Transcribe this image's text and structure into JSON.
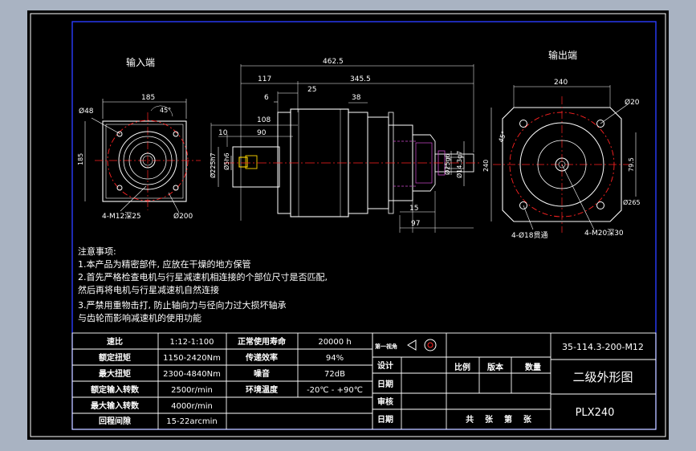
{
  "views": {
    "input_title": "输入端",
    "output_title": "输出端"
  },
  "dims": {
    "d462_5": "462.5",
    "d117": "117",
    "d345_5": "345.5",
    "d25": "25",
    "d6": "6",
    "d38": "38",
    "d108": "108",
    "d10": "10",
    "d90": "90",
    "d15": "15",
    "d97": "97",
    "d185": "185",
    "d185v": "185",
    "d240": "240",
    "d240v": "240",
    "d79_5": "79.5",
    "phi48": "Ø48",
    "phi20": "Ø20",
    "phi200": "Ø200",
    "phi225": "Ø225h7",
    "phi15": "Ø5h6",
    "phi14": "Ø14.3g7",
    "phi250": "Ø25g6",
    "deg45a": "45°",
    "deg45b": "45°",
    "phi265": "Ø265",
    "in_bolt": "4-M12深25",
    "out_hole": "4-Ø18贯通",
    "out_bolt": "4-M20深30"
  },
  "notes": {
    "title": "注意事项:",
    "line1": "1.本产品为精密部件, 应放在干燥的地方保管",
    "line2": "2.首先严格检查电机与行星减速机相连接的个部位尺寸是否匹配,",
    "line3": "然后再将电机与行星减速机自然连接",
    "line4": "3.严禁用重物击打, 防止轴向力与径向力过大损坏轴承",
    "line5": "与齿轮而影响减速机的使用功能"
  },
  "specs": [
    {
      "k1": "速比",
      "v1": "1:12-1:100",
      "k2": "正常使用寿命",
      "v2": "20000 h"
    },
    {
      "k1": "额定扭矩",
      "v1": "1150-2420Nm",
      "k2": "传递效率",
      "v2": "94%"
    },
    {
      "k1": "最大扭矩",
      "v1": "2300-4840Nm",
      "k2": "噪音",
      "v2": "72dB"
    },
    {
      "k1": "额定输入转数",
      "v1": "2500r/min",
      "k2": "环境温度",
      "v2": "-20℃ - +90℃"
    },
    {
      "k1": "最大输入转数",
      "v1": "4000r/min",
      "k2": "",
      "v2": ""
    },
    {
      "k1": "回程间隙",
      "v1": "15-22arcmin",
      "k2": "",
      "v2": ""
    }
  ],
  "title_block": {
    "projection": "第一视角",
    "design": "设计",
    "drawn": "日期",
    "audit": "审核",
    "date": "日期",
    "scale": "比例",
    "version": "版本",
    "qty": "数量",
    "sheet": "共    张    第    张",
    "drawing_no": "35-114.3-200-M12",
    "drawing_name": "二级外形图",
    "model": "PLX240"
  }
}
